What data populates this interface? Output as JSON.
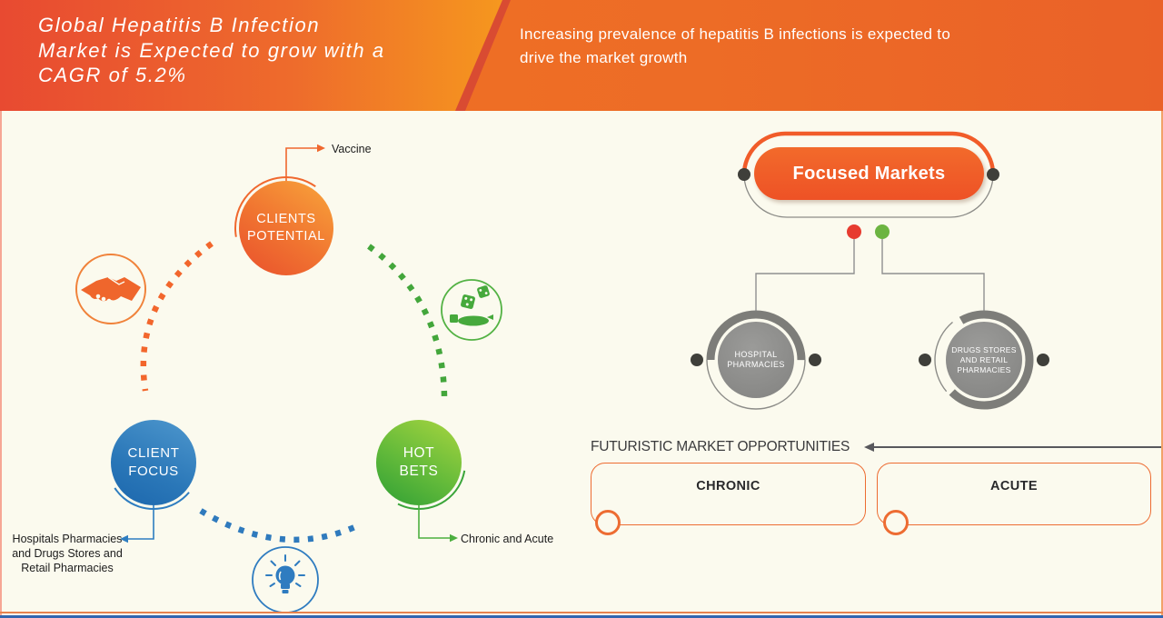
{
  "header": {
    "title": "Global Hepatitis B Infection\nMarket is Expected to grow with a\nCAGR of 5.2%",
    "subtitle": "Increasing prevalence of hepatitis B infections is expected to\ndrive the market growth"
  },
  "left_diagram": {
    "clients_potential": {
      "label": "CLIENTS\nPOTENTIAL",
      "callout": "Vaccine"
    },
    "client_focus": {
      "label": "CLIENT\nFOCUS",
      "callout": "Hospitals Pharmacies\nand Drugs Stores and\nRetail Pharmacies"
    },
    "hot_bets": {
      "label": "HOT\nBETS",
      "callout": "Chronic and Acute"
    },
    "icons": [
      "handshake-icon",
      "dice-hand-icon",
      "lightbulb-icon"
    ]
  },
  "right_diagram": {
    "focused_markets_label": "Focused Markets",
    "nodes": [
      {
        "label": "HOSPITAL\nPHARMACIES"
      },
      {
        "label": "DRUGS STORES\nAND RETAIL\nPHARMACIES"
      }
    ],
    "opportunities": {
      "heading": "FUTURISTIC MARKET OPPORTUNITIES",
      "items": [
        {
          "label": "CHRONIC"
        },
        {
          "label": "ACUTE"
        }
      ]
    }
  },
  "colors": {
    "header_red_orange": "#e84a31",
    "header_amber": "#f8a51f",
    "header_orange": "#f07222",
    "accent_orange": "#f05a28",
    "accent_blue": "#2e7dc0",
    "accent_green": "#4caf3f",
    "node_gray": "#8d8d8d",
    "dark_dot": "#3f3f3a",
    "red_dot": "#e73c30",
    "green_dot": "#6cb441",
    "background_cream": "#fbfaee",
    "footer_blue": "#3166b0"
  }
}
